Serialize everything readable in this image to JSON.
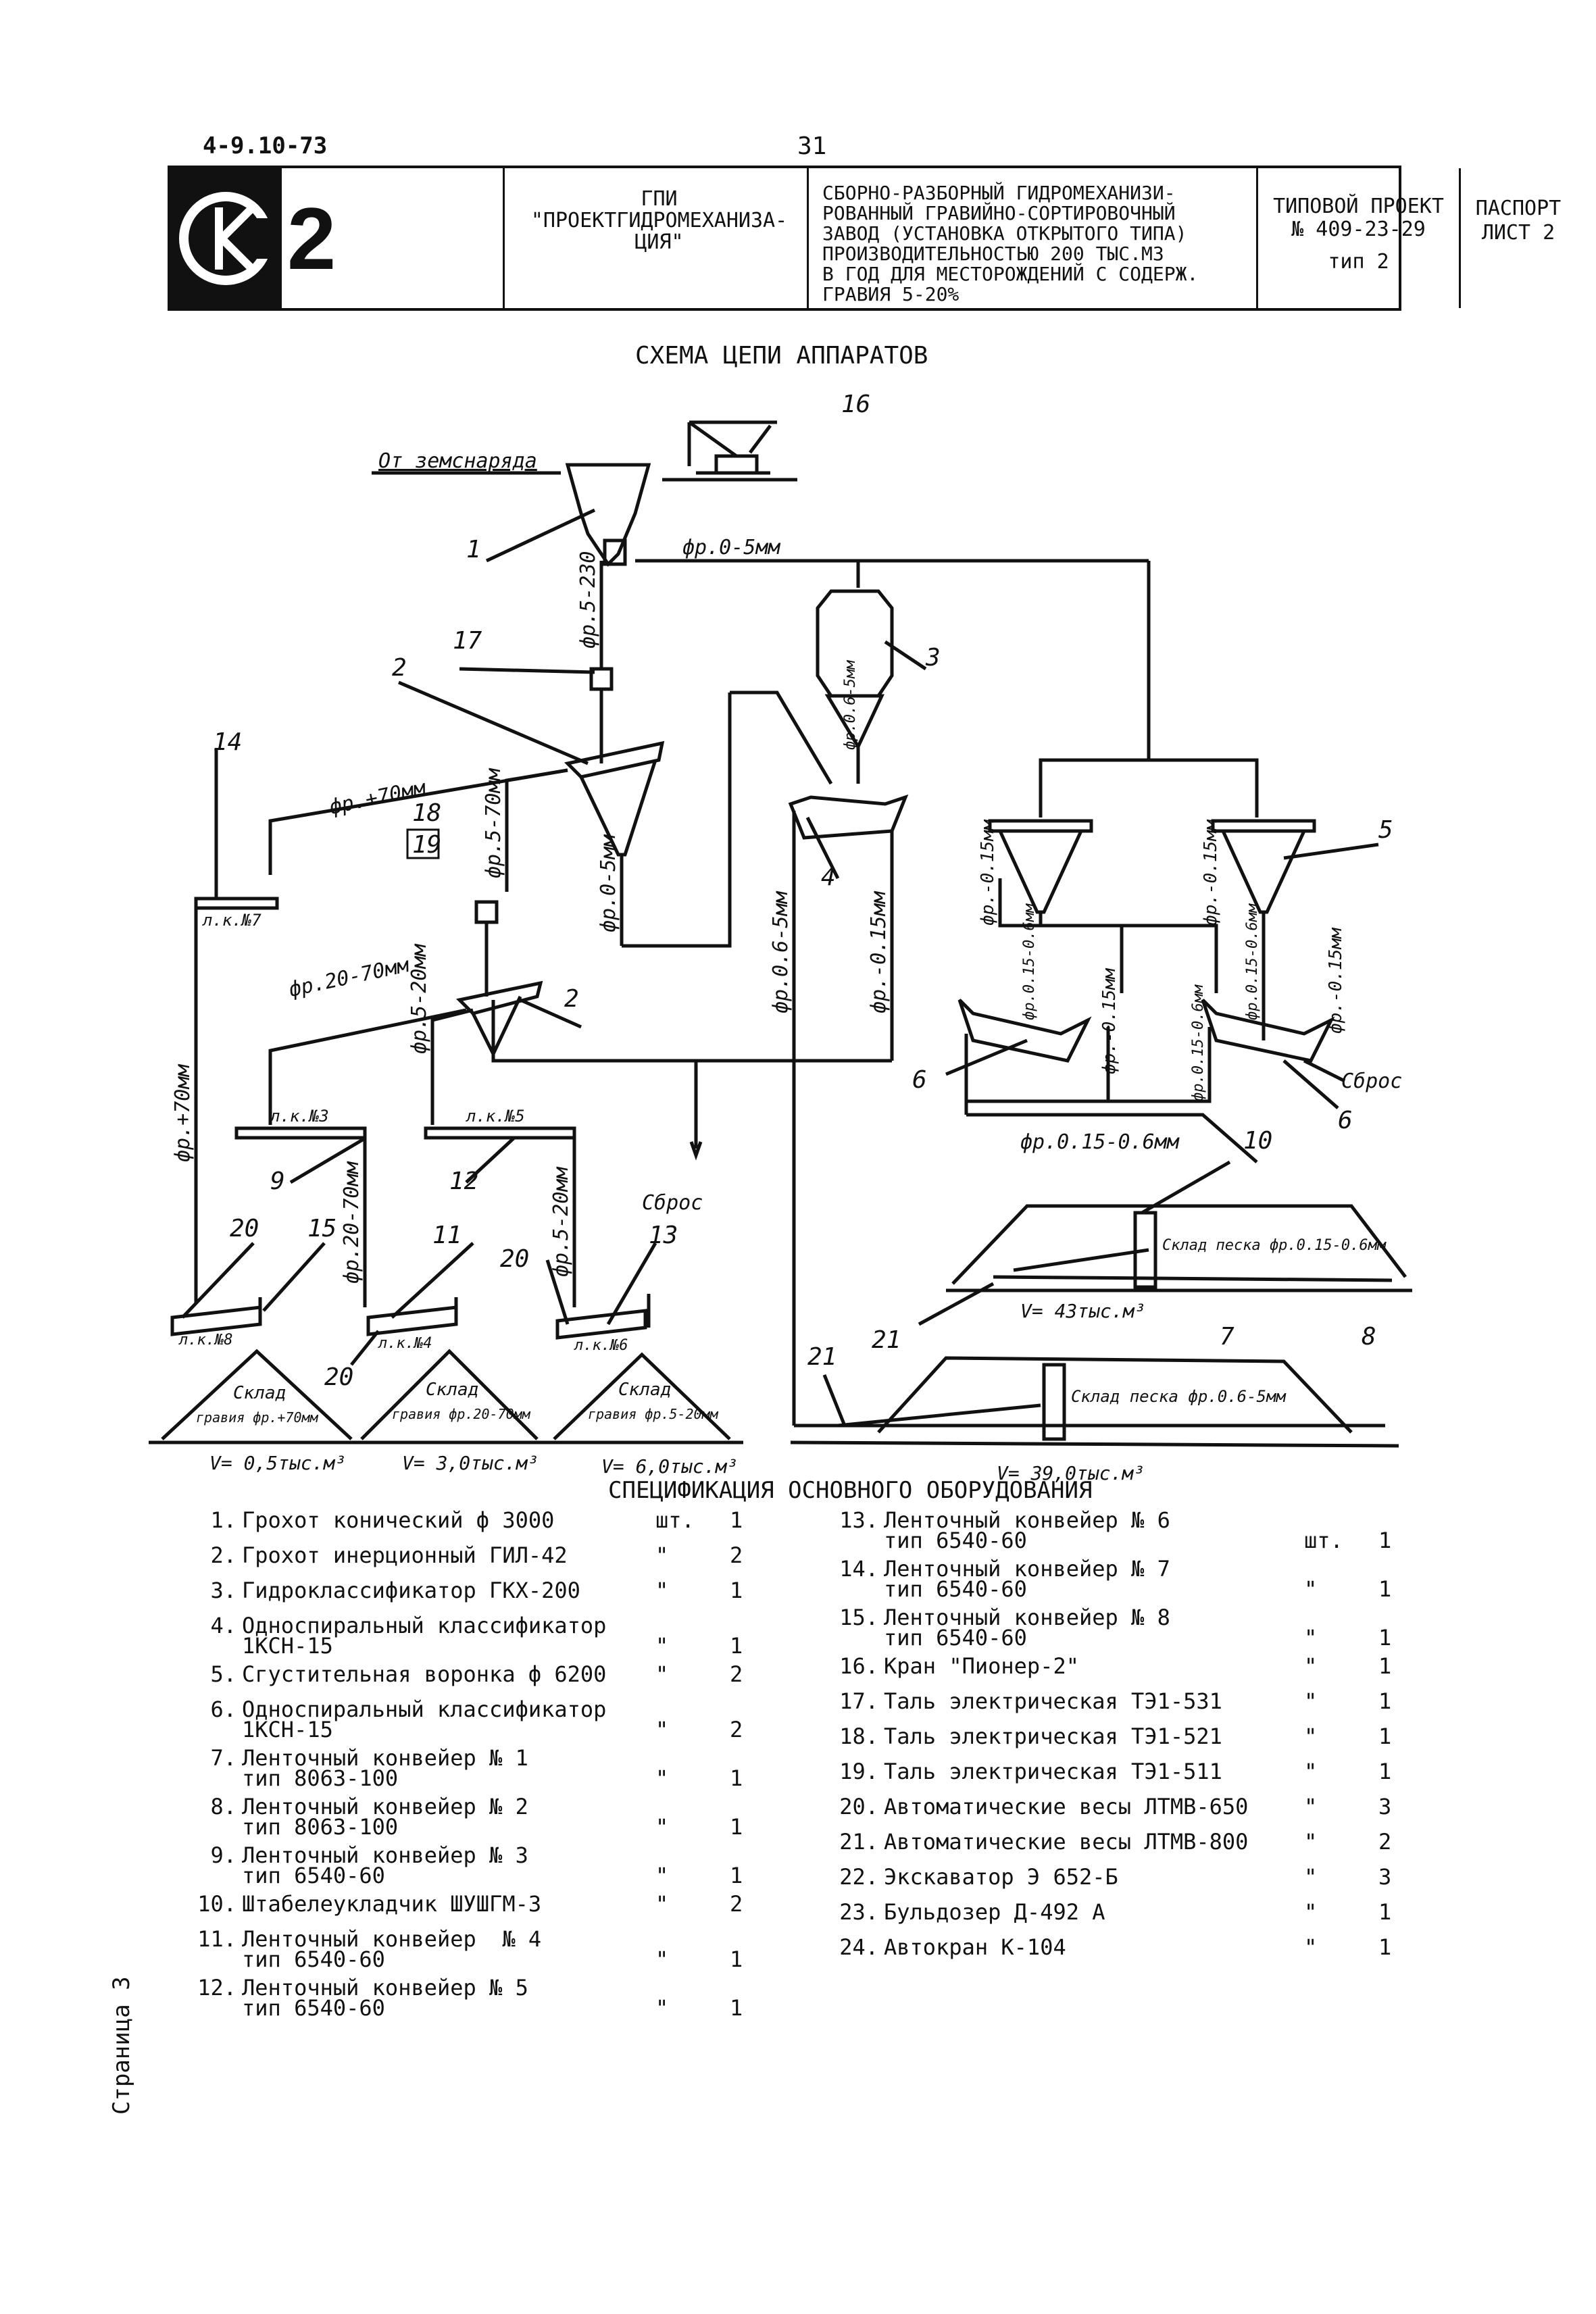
{
  "header": {
    "code": "4-9.10-73",
    "page_number": "31",
    "stamp_number": "2",
    "organization": [
      "ГПИ",
      "\"ПРОЕКТГИДРОМЕХАНИЗА-",
      "ЦИЯ\""
    ],
    "title": [
      "СБОРНО-РАЗБОРНЫЙ ГИДРОМЕХАНИЗИ-",
      "РОВАННЫЙ ГРАВИЙНО-СОРТИРОВОЧНЫЙ",
      "ЗАВОД (УСТАНОВКА ОТКРЫТОГО ТИПА)",
      "ПРОИЗВОДИТЕЛЬНОСТЬЮ 200 ТЫС.М3",
      "В ГОД ДЛЯ МЕСТОРОЖДЕНИЙ С СОДЕРЖ.",
      "ГРАВИЯ 5-20%"
    ],
    "project": [
      "ТИПОВОЙ ПРОЕКТ",
      "№ 409-23-29",
      "тип 2"
    ],
    "sheet": [
      "ПАСПОРТ",
      "ЛИСТ 2"
    ]
  },
  "schema_title": "СХЕМА ЦЕПИ АППАРАТОВ",
  "diagram": {
    "source": "От земснаряда",
    "flows": {
      "f_0_5": "фр.0-5мм",
      "f_5_230": "фр.5-230",
      "f_70": "фр.+70мм",
      "f_5_70": "фр.5-70мм",
      "f_0_5b": "фр.0-5мм",
      "f_20_70": "фр.20-70мм",
      "f_5_20": "фр.5-20мм",
      "f_70b": "фр.+70мм",
      "f_20_70b": "фр.20-70мм",
      "f_5_20b": "фр.5-20мм",
      "f_06_5": "фр.0.6-5мм",
      "f_015": "фр.-0.15мм",
      "f_06_5b": "фр.0.6-5мм",
      "f_015a": "фр.-0.15мм",
      "f_015b": "фр.-0.15мм",
      "f_015_06a": "фр.0.15-0.6мм",
      "f_015c": "фр.-0.15мм",
      "f_015_06b": "фр.0.15-0.6мм",
      "f_015_06c": "фр.0.15-0.6мм",
      "f_015d": "фр.-0.15мм",
      "f_015_06d": "фр.0.15-0.6мм"
    },
    "discharge_1": "Сброс",
    "discharge_2": "Сброс",
    "conveyors": {
      "lk7": "л.к.№7",
      "lk3": "л.к.№3",
      "lk5": "л.к.№5",
      "lk8": "л.к.№8",
      "lk4": "л.к.№4",
      "lk6": "л.к.№6"
    },
    "stockpiles": {
      "p1_label": "Склад",
      "p1_sub": "гравия фр.+70мм",
      "p1_v": "V= 0,5тыс.м³",
      "p2_label": "Склад",
      "p2_sub": "гравия фр.20-70мм",
      "p2_v": "V= 3,0тыс.м³",
      "p3_label": "Склад",
      "p3_sub": "гравия фр.5-20мм",
      "p3_v": "V= 6,0тыс.м³",
      "s1_label": "Склад песка фр.0.15-0.6мм",
      "s1_v": "V= 43тыс.м³",
      "s2_label": "Склад песка фр.0.6-5мм",
      "s2_v": "V= 39,0тыс.м³"
    },
    "callouts": [
      "1",
      "2",
      "2",
      "3",
      "4",
      "5",
      "6",
      "6",
      "7",
      "8",
      "9",
      "10",
      "11",
      "12",
      "13",
      "14",
      "15",
      "16",
      "17",
      "18",
      "19",
      "20",
      "20",
      "20",
      "21",
      "21"
    ]
  },
  "spec_title": "СПЕЦИФИКАЦИЯ ОСНОВНОГО ОБОРУДОВАНИЯ",
  "spec_left": [
    {
      "n": "1.",
      "name": "Грохот конический ф 3000",
      "unit": "шт.",
      "qty": "1"
    },
    {
      "n": "2.",
      "name": "Грохот инерционный ГИЛ-42",
      "unit": "\"",
      "qty": "2"
    },
    {
      "n": "3.",
      "name": "Гидроклассификатор ГКХ-200",
      "unit": "\"",
      "qty": "1"
    },
    {
      "n": "4.",
      "name": "Односпиральный классификатор\n1КСН-15",
      "unit": "\"",
      "qty": "1"
    },
    {
      "n": "5.",
      "name": "Сгустительная воронка ф 6200",
      "unit": "\"",
      "qty": "2"
    },
    {
      "n": "6.",
      "name": "Односпиральный классификатор\n1КСН-15",
      "unit": "\"",
      "qty": "2"
    },
    {
      "n": "7.",
      "name": "Ленточный конвейер № 1\nтип 8063-100",
      "unit": "\"",
      "qty": "1"
    },
    {
      "n": "8.",
      "name": "Ленточный конвейер № 2\nтип 8063-100",
      "unit": "\"",
      "qty": "1"
    },
    {
      "n": "9.",
      "name": "Ленточный конвейер № 3\nтип 6540-60",
      "unit": "\"",
      "qty": "1"
    },
    {
      "n": "10.",
      "name": "Штабелеукладчик ШУШГМ-3",
      "unit": "\"",
      "qty": "2"
    },
    {
      "n": "11.",
      "name": "Ленточный конвейер  № 4\nтип 6540-60",
      "unit": "\"",
      "qty": "1"
    },
    {
      "n": "12.",
      "name": "Ленточный конвейер № 5\nтип 6540-60",
      "unit": "\"",
      "qty": "1"
    }
  ],
  "spec_right": [
    {
      "n": "13.",
      "name": "Ленточный конвейер № 6\nтип 6540-60",
      "unit": "шт.",
      "qty": "1"
    },
    {
      "n": "14.",
      "name": "Ленточный конвейер № 7\nтип 6540-60",
      "unit": "\"",
      "qty": "1"
    },
    {
      "n": "15.",
      "name": "Ленточный конвейер № 8\nтип 6540-60",
      "unit": "\"",
      "qty": "1"
    },
    {
      "n": "16.",
      "name": "Кран \"Пионер-2\"",
      "unit": "\"",
      "qty": "1"
    },
    {
      "n": "17.",
      "name": "Таль электрическая ТЭ1-531",
      "unit": "\"",
      "qty": "1"
    },
    {
      "n": "18.",
      "name": "Таль электрическая ТЭ1-521",
      "unit": "\"",
      "qty": "1"
    },
    {
      "n": "19.",
      "name": "Таль электрическая ТЭ1-511",
      "unit": "\"",
      "qty": "1"
    },
    {
      "n": "20.",
      "name": "Автоматические весы ЛТМВ-650",
      "unit": "\"",
      "qty": "3"
    },
    {
      "n": "21.",
      "name": "Автоматические весы ЛТМВ-800",
      "unit": "\"",
      "qty": "2"
    },
    {
      "n": "22.",
      "name": "Экскаватор Э 652-Б",
      "unit": "\"",
      "qty": "3"
    },
    {
      "n": "23.",
      "name": "Бульдозер Д-492 А",
      "unit": "\"",
      "qty": "1"
    },
    {
      "n": "24.",
      "name": "Автокран К-104",
      "unit": "\"",
      "qty": "1"
    }
  ],
  "side_text": "Страница 3",
  "colors": {
    "ink": "#111111",
    "paper": "#ffffff"
  }
}
